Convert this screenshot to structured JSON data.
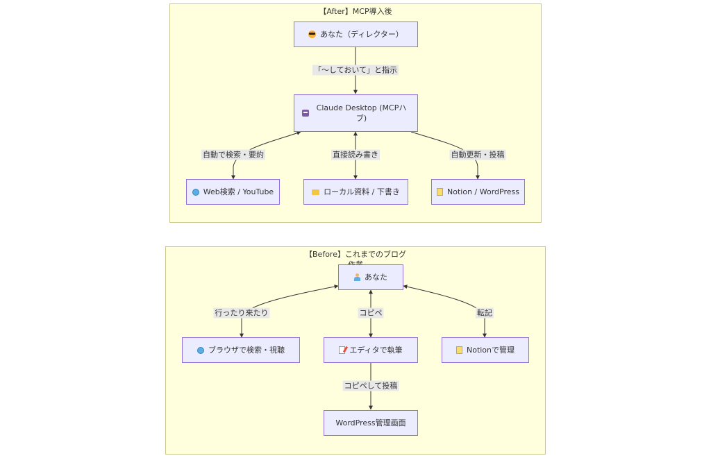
{
  "after": {
    "title": "【After】MCP導入後",
    "nodes": {
      "you": {
        "label": "あなた（ディレクター）",
        "icon": "sunglasses-face-icon"
      },
      "claude": {
        "label": "Claude Desktop (MCPハブ)",
        "icon": "robot-icon"
      },
      "web": {
        "label": "Web検索 / YouTube",
        "icon": "globe-icon"
      },
      "local": {
        "label": "ローカル資料 / 下書き",
        "icon": "folder-icon"
      },
      "notion": {
        "label": "Notion / WordPress",
        "icon": "memo-pad-icon"
      }
    },
    "edges": {
      "instruct": "「〜しておいて」と指示",
      "auto_search": "自動で検索・要約",
      "direct_rw": "直接読み書き",
      "auto_update": "自動更新・投稿"
    }
  },
  "before": {
    "title": "【Before】これまでのブログ作業",
    "nodes": {
      "you": {
        "label": "あなた",
        "icon": "person-icon"
      },
      "browser": {
        "label": "ブラウザで検索・視聴",
        "icon": "globe-icon"
      },
      "editor": {
        "label": "エディタで執筆",
        "icon": "memo-icon"
      },
      "notion": {
        "label": "Notionで管理",
        "icon": "memo-pad-icon"
      },
      "wp": {
        "label": "WordPress管理画面"
      }
    },
    "edges": {
      "back_forth": "行ったり来たり",
      "copy_paste": "コピペ",
      "transcribe": "転記",
      "copy_post": "コピペして投稿"
    }
  },
  "colors": {
    "cluster_fill": "#ffffde",
    "cluster_border": "#c8c88a",
    "node_fill": "#ececff",
    "node_border": "#9370db",
    "edge": "#333333",
    "edge_label_bg": "#e8e8e8"
  }
}
